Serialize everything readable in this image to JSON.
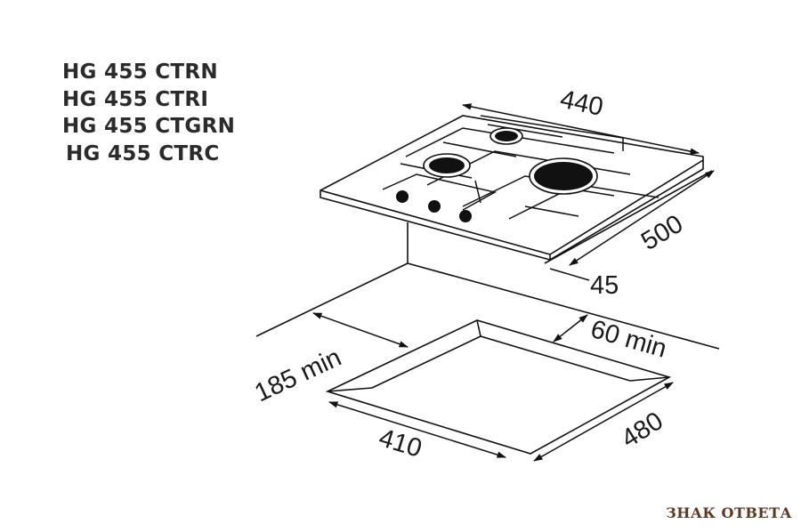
{
  "models": [
    "HG 455 CTRN",
    "HG 455 CTRI",
    "HG 455 CTGRN",
    "HG 455 CTRC"
  ],
  "dimensions": {
    "width": "440",
    "depth": "500",
    "height": "45",
    "cutout_back": "60 min",
    "cutout_side": "185 min",
    "cutout_width": "410",
    "cutout_depth": "480"
  },
  "watermark": "ЗНАК ОТВЕТА"
}
